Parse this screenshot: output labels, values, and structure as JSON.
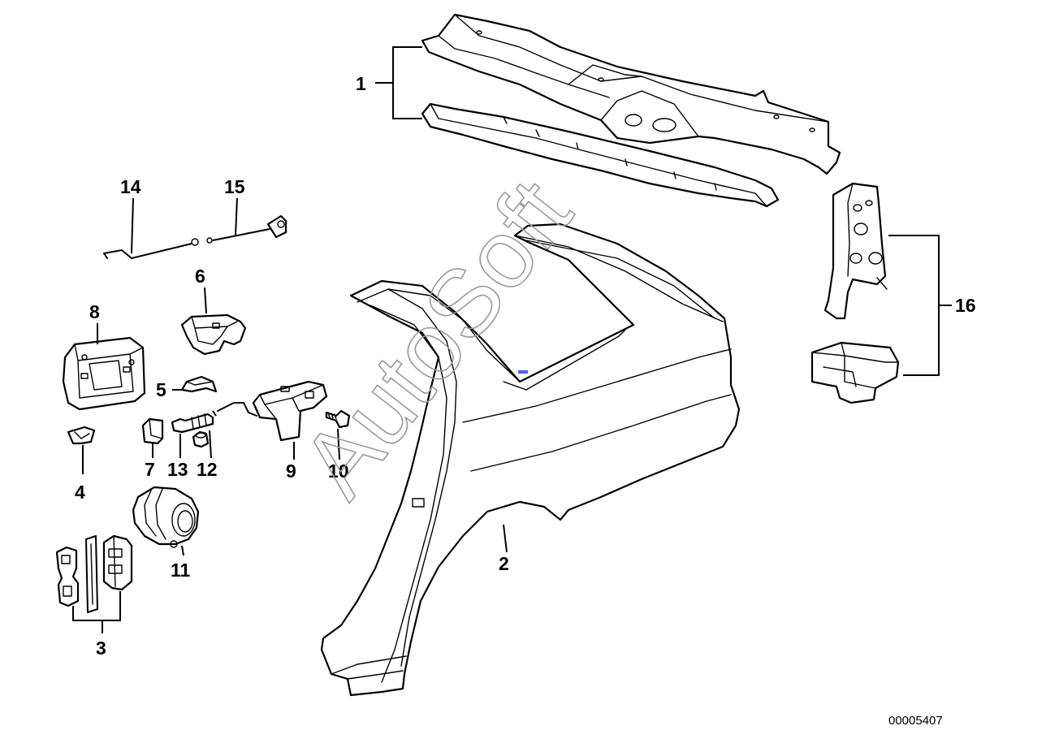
{
  "diagram": {
    "drawing_code": "00005407",
    "watermark": "AutoSoft",
    "callouts": [
      {
        "id": "1",
        "label": "1"
      },
      {
        "id": "2",
        "label": "2"
      },
      {
        "id": "3",
        "label": "3"
      },
      {
        "id": "4",
        "label": "4"
      },
      {
        "id": "5",
        "label": "5"
      },
      {
        "id": "6",
        "label": "6"
      },
      {
        "id": "7",
        "label": "7"
      },
      {
        "id": "8",
        "label": "8"
      },
      {
        "id": "9",
        "label": "9"
      },
      {
        "id": "10",
        "label": "10"
      },
      {
        "id": "11",
        "label": "11"
      },
      {
        "id": "12",
        "label": "12"
      },
      {
        "id": "13",
        "label": "13"
      },
      {
        "id": "14",
        "label": "14"
      },
      {
        "id": "15",
        "label": "15"
      },
      {
        "id": "16",
        "label": "16"
      }
    ]
  }
}
